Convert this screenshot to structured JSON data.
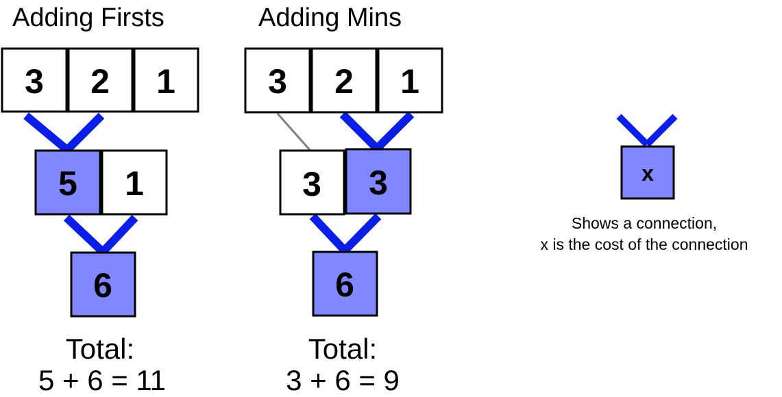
{
  "colors": {
    "filled_box": "#8087ff",
    "plain_box": "#ffffff",
    "connection": "#0b1ee6",
    "thin_link": "#808080",
    "border": "#000000"
  },
  "left": {
    "title": "Adding Firsts",
    "top_row": [
      "3",
      "2",
      "1"
    ],
    "middle_row": [
      "5",
      "1"
    ],
    "bottom": "6",
    "total_label": "Total:",
    "total_expr": "5 + 6 = 11"
  },
  "middle": {
    "title": "Adding Mins",
    "top_row": [
      "3",
      "2",
      "1"
    ],
    "middle_row": [
      "3",
      "3"
    ],
    "bottom": "6",
    "total_label": "Total:",
    "total_expr": "3 + 6 = 9"
  },
  "legend": {
    "box_label": "x",
    "line1": "Shows a connection,",
    "line2": "x is the cost of the connection"
  }
}
